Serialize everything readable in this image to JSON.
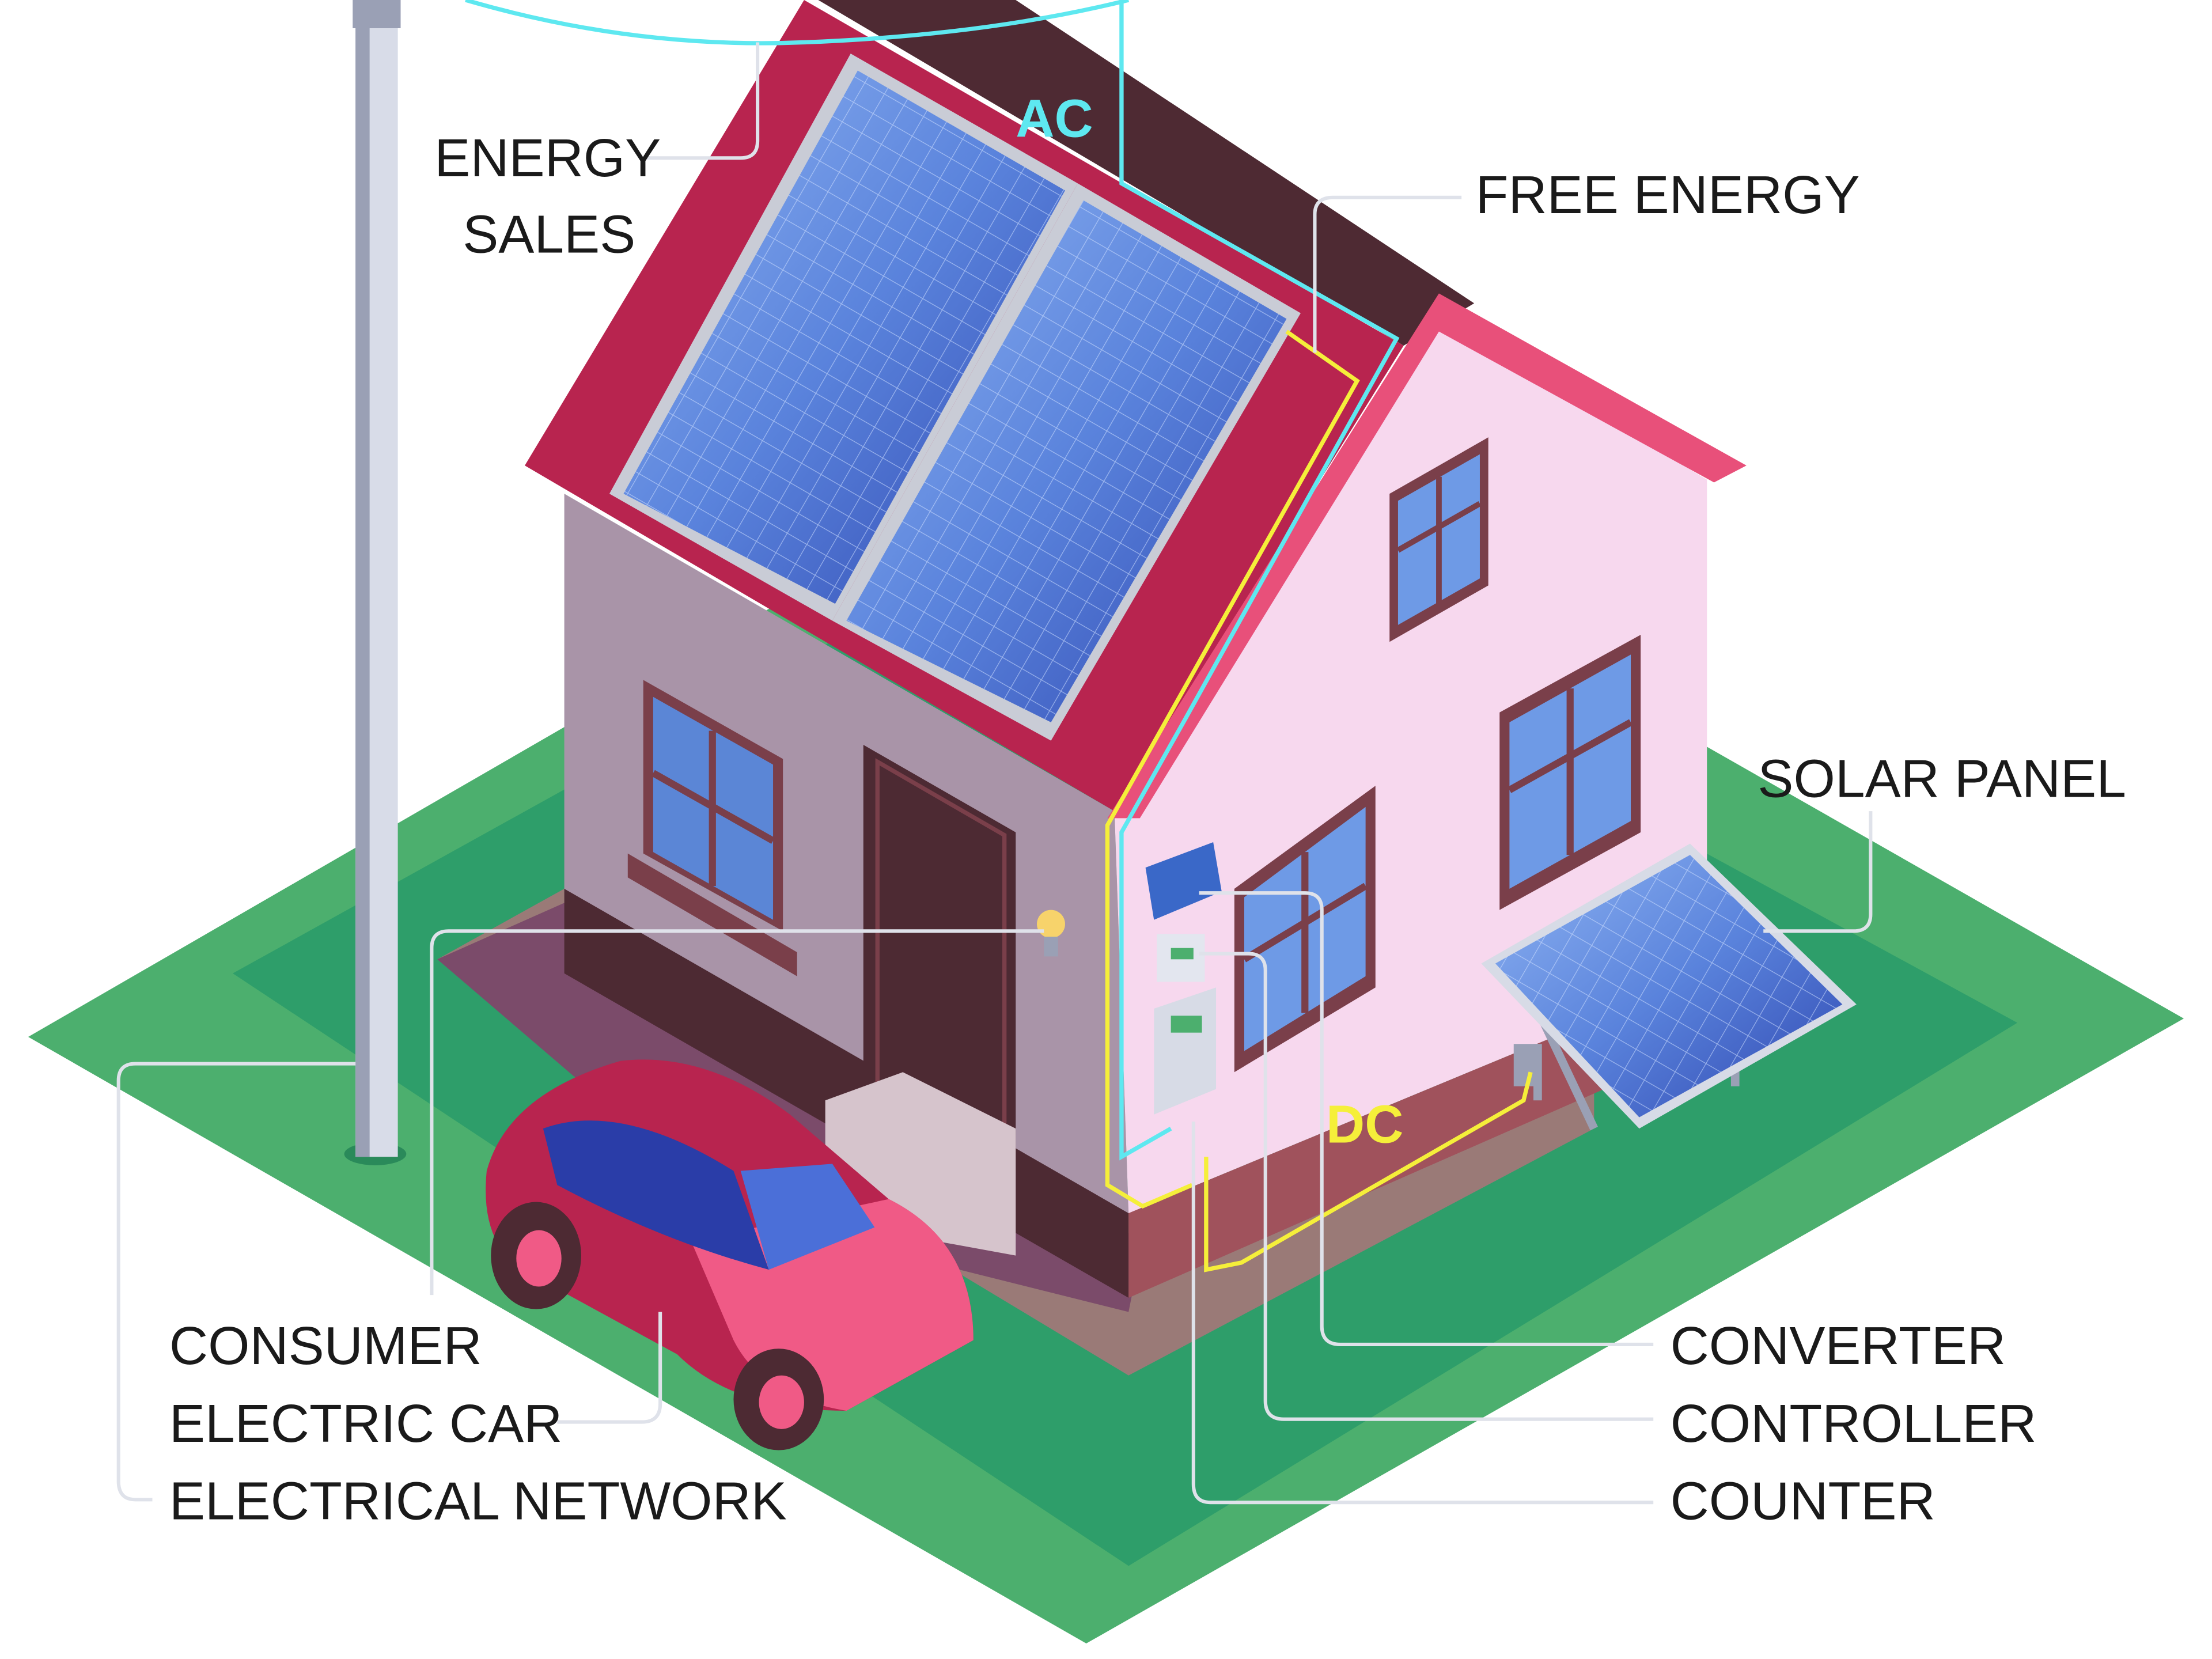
{
  "labels": {
    "energy_sales_line1": "ENERGY",
    "energy_sales_line2": "SALES",
    "free_energy": "FREE ENERGY",
    "solar_panel": "SOLAR PANEL",
    "consumer": "CONSUMER",
    "electric_car": "ELECTRIC CAR",
    "electrical_network": "ELECTRICAL NETWORK",
    "converter": "CONVERTER",
    "controller": "CONTROLLER",
    "counter": "COUNTER"
  },
  "flows": {
    "ac": "AC",
    "dc": "DC"
  },
  "colors": {
    "ac_wire": "#5ee8f0",
    "dc_wire": "#f5ef3a",
    "roof": "#b8244f",
    "ground": "#4caf6e"
  }
}
